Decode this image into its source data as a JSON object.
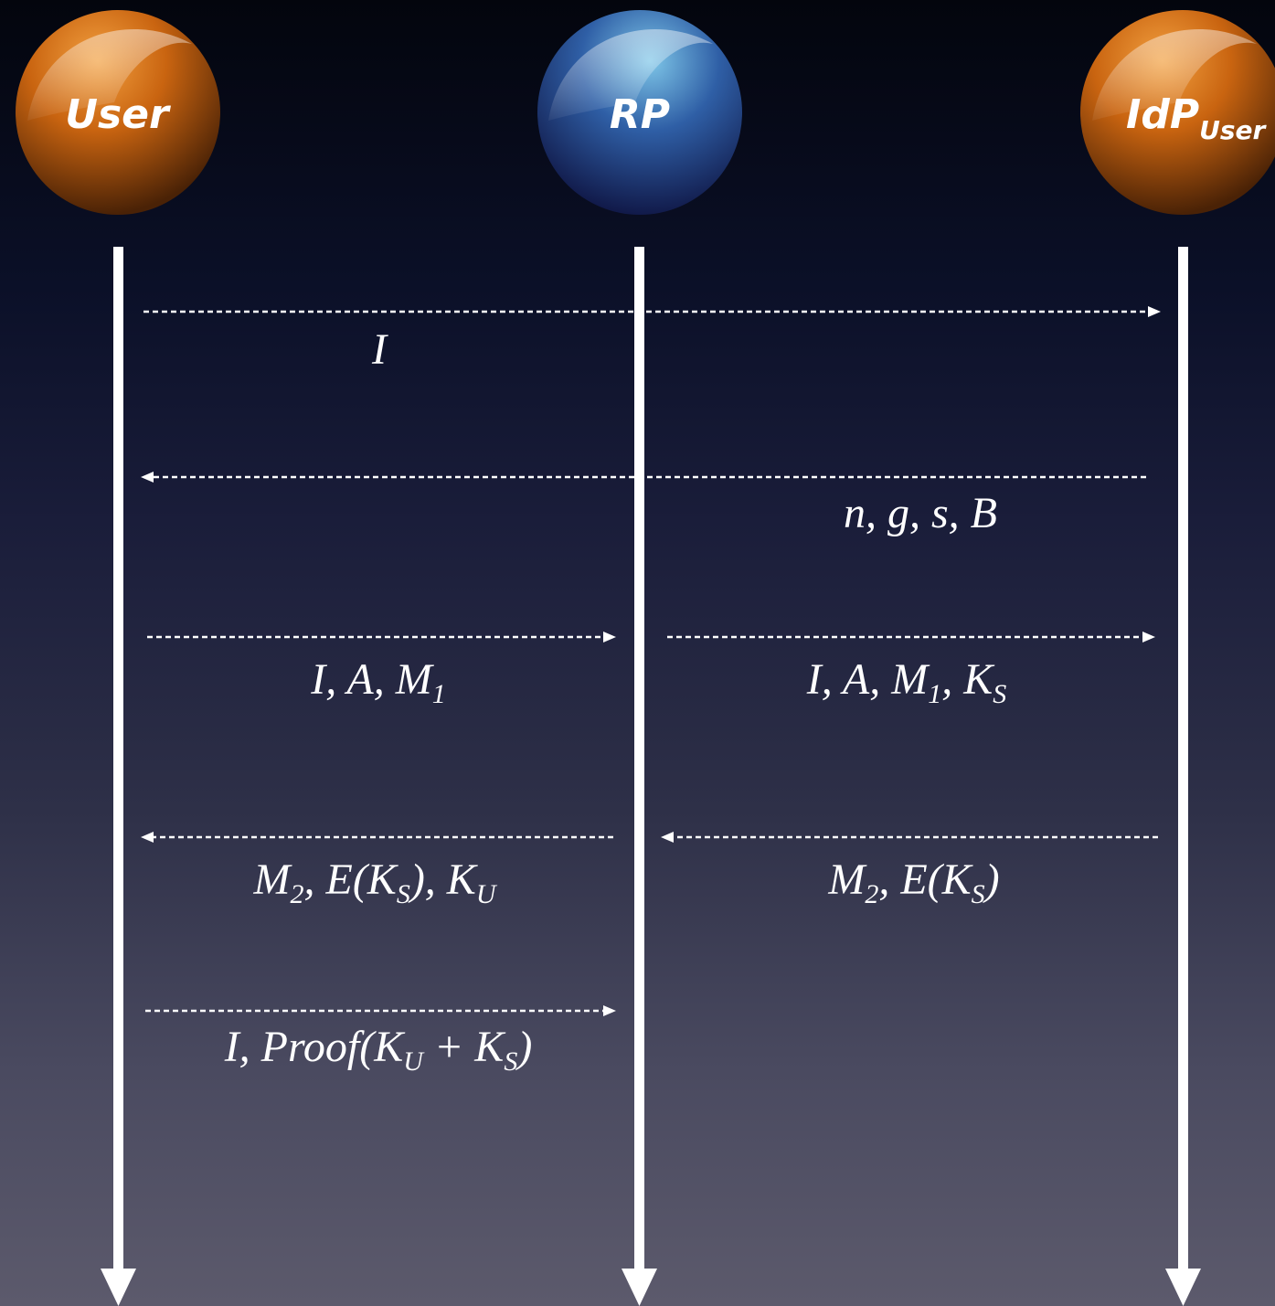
{
  "actors": {
    "user": {
      "label": "User",
      "color": "#d4701a"
    },
    "rp": {
      "label": "RP",
      "color": "#2f5fa6"
    },
    "idp": {
      "label": "IdP",
      "subscript": "User",
      "color": "#d4701a"
    }
  },
  "messages": [
    {
      "id": "m1",
      "from": "user",
      "to": "idp",
      "parts": [
        [
          "I",
          ""
        ]
      ]
    },
    {
      "id": "m2",
      "from": "idp",
      "to": "user",
      "parts": [
        [
          "n, g, s, B",
          ""
        ]
      ]
    },
    {
      "id": "m3",
      "from": "user",
      "to": "rp",
      "parts": [
        [
          "I, A, M",
          "1"
        ]
      ]
    },
    {
      "id": "m4",
      "from": "rp",
      "to": "idp",
      "parts": [
        [
          "I, A, M",
          "1"
        ],
        [
          ", K",
          "S"
        ]
      ]
    },
    {
      "id": "m5",
      "from": "idp",
      "to": "rp",
      "parts": [
        [
          "M",
          "2"
        ],
        [
          ", E(K",
          "S"
        ],
        [
          ")",
          ""
        ]
      ]
    },
    {
      "id": "m6",
      "from": "rp",
      "to": "user",
      "parts": [
        [
          "M",
          "2"
        ],
        [
          ", E(K",
          "S"
        ],
        [
          "), K",
          "U"
        ]
      ]
    },
    {
      "id": "m7",
      "from": "user",
      "to": "rp",
      "parts": [
        [
          "I, Proof(K",
          "U"
        ],
        [
          " + K",
          "S"
        ],
        [
          ")",
          ""
        ]
      ]
    }
  ]
}
